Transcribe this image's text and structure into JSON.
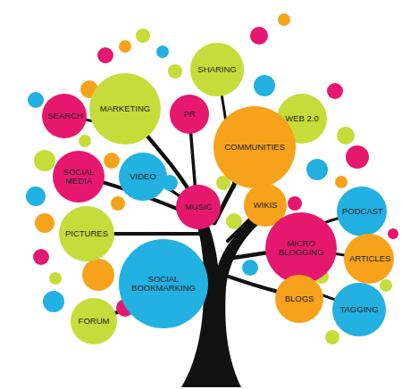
{
  "diagram": {
    "nodes": [
      {
        "text": [
          "SHARING"
        ]
      },
      {
        "text": [
          "SEARCH"
        ]
      },
      {
        "text": [
          "MARKETING"
        ]
      },
      {
        "text": [
          "PR"
        ]
      },
      {
        "text": [
          "WEB 2.0"
        ]
      },
      {
        "text": [
          "COMMUNITIES"
        ]
      },
      {
        "text": [
          "SOCIAL MEDIA"
        ]
      },
      {
        "text": [
          "VIDEO"
        ]
      },
      {
        "text": [
          "MUSIC"
        ]
      },
      {
        "text": [
          "WIKIS"
        ]
      },
      {
        "text": [
          "PODCAST"
        ]
      },
      {
        "text": [
          "PICTURES"
        ]
      },
      {
        "text": [
          "MICRO BLOGGING"
        ]
      },
      {
        "text": [
          "ARTICLES"
        ]
      },
      {
        "text": [
          "SOCIAL BOOKMARKING"
        ]
      },
      {
        "text": [
          "BLOGS"
        ]
      },
      {
        "text": [
          "TAGGING"
        ]
      },
      {
        "text": [
          "FORUM"
        ]
      }
    ]
  }
}
